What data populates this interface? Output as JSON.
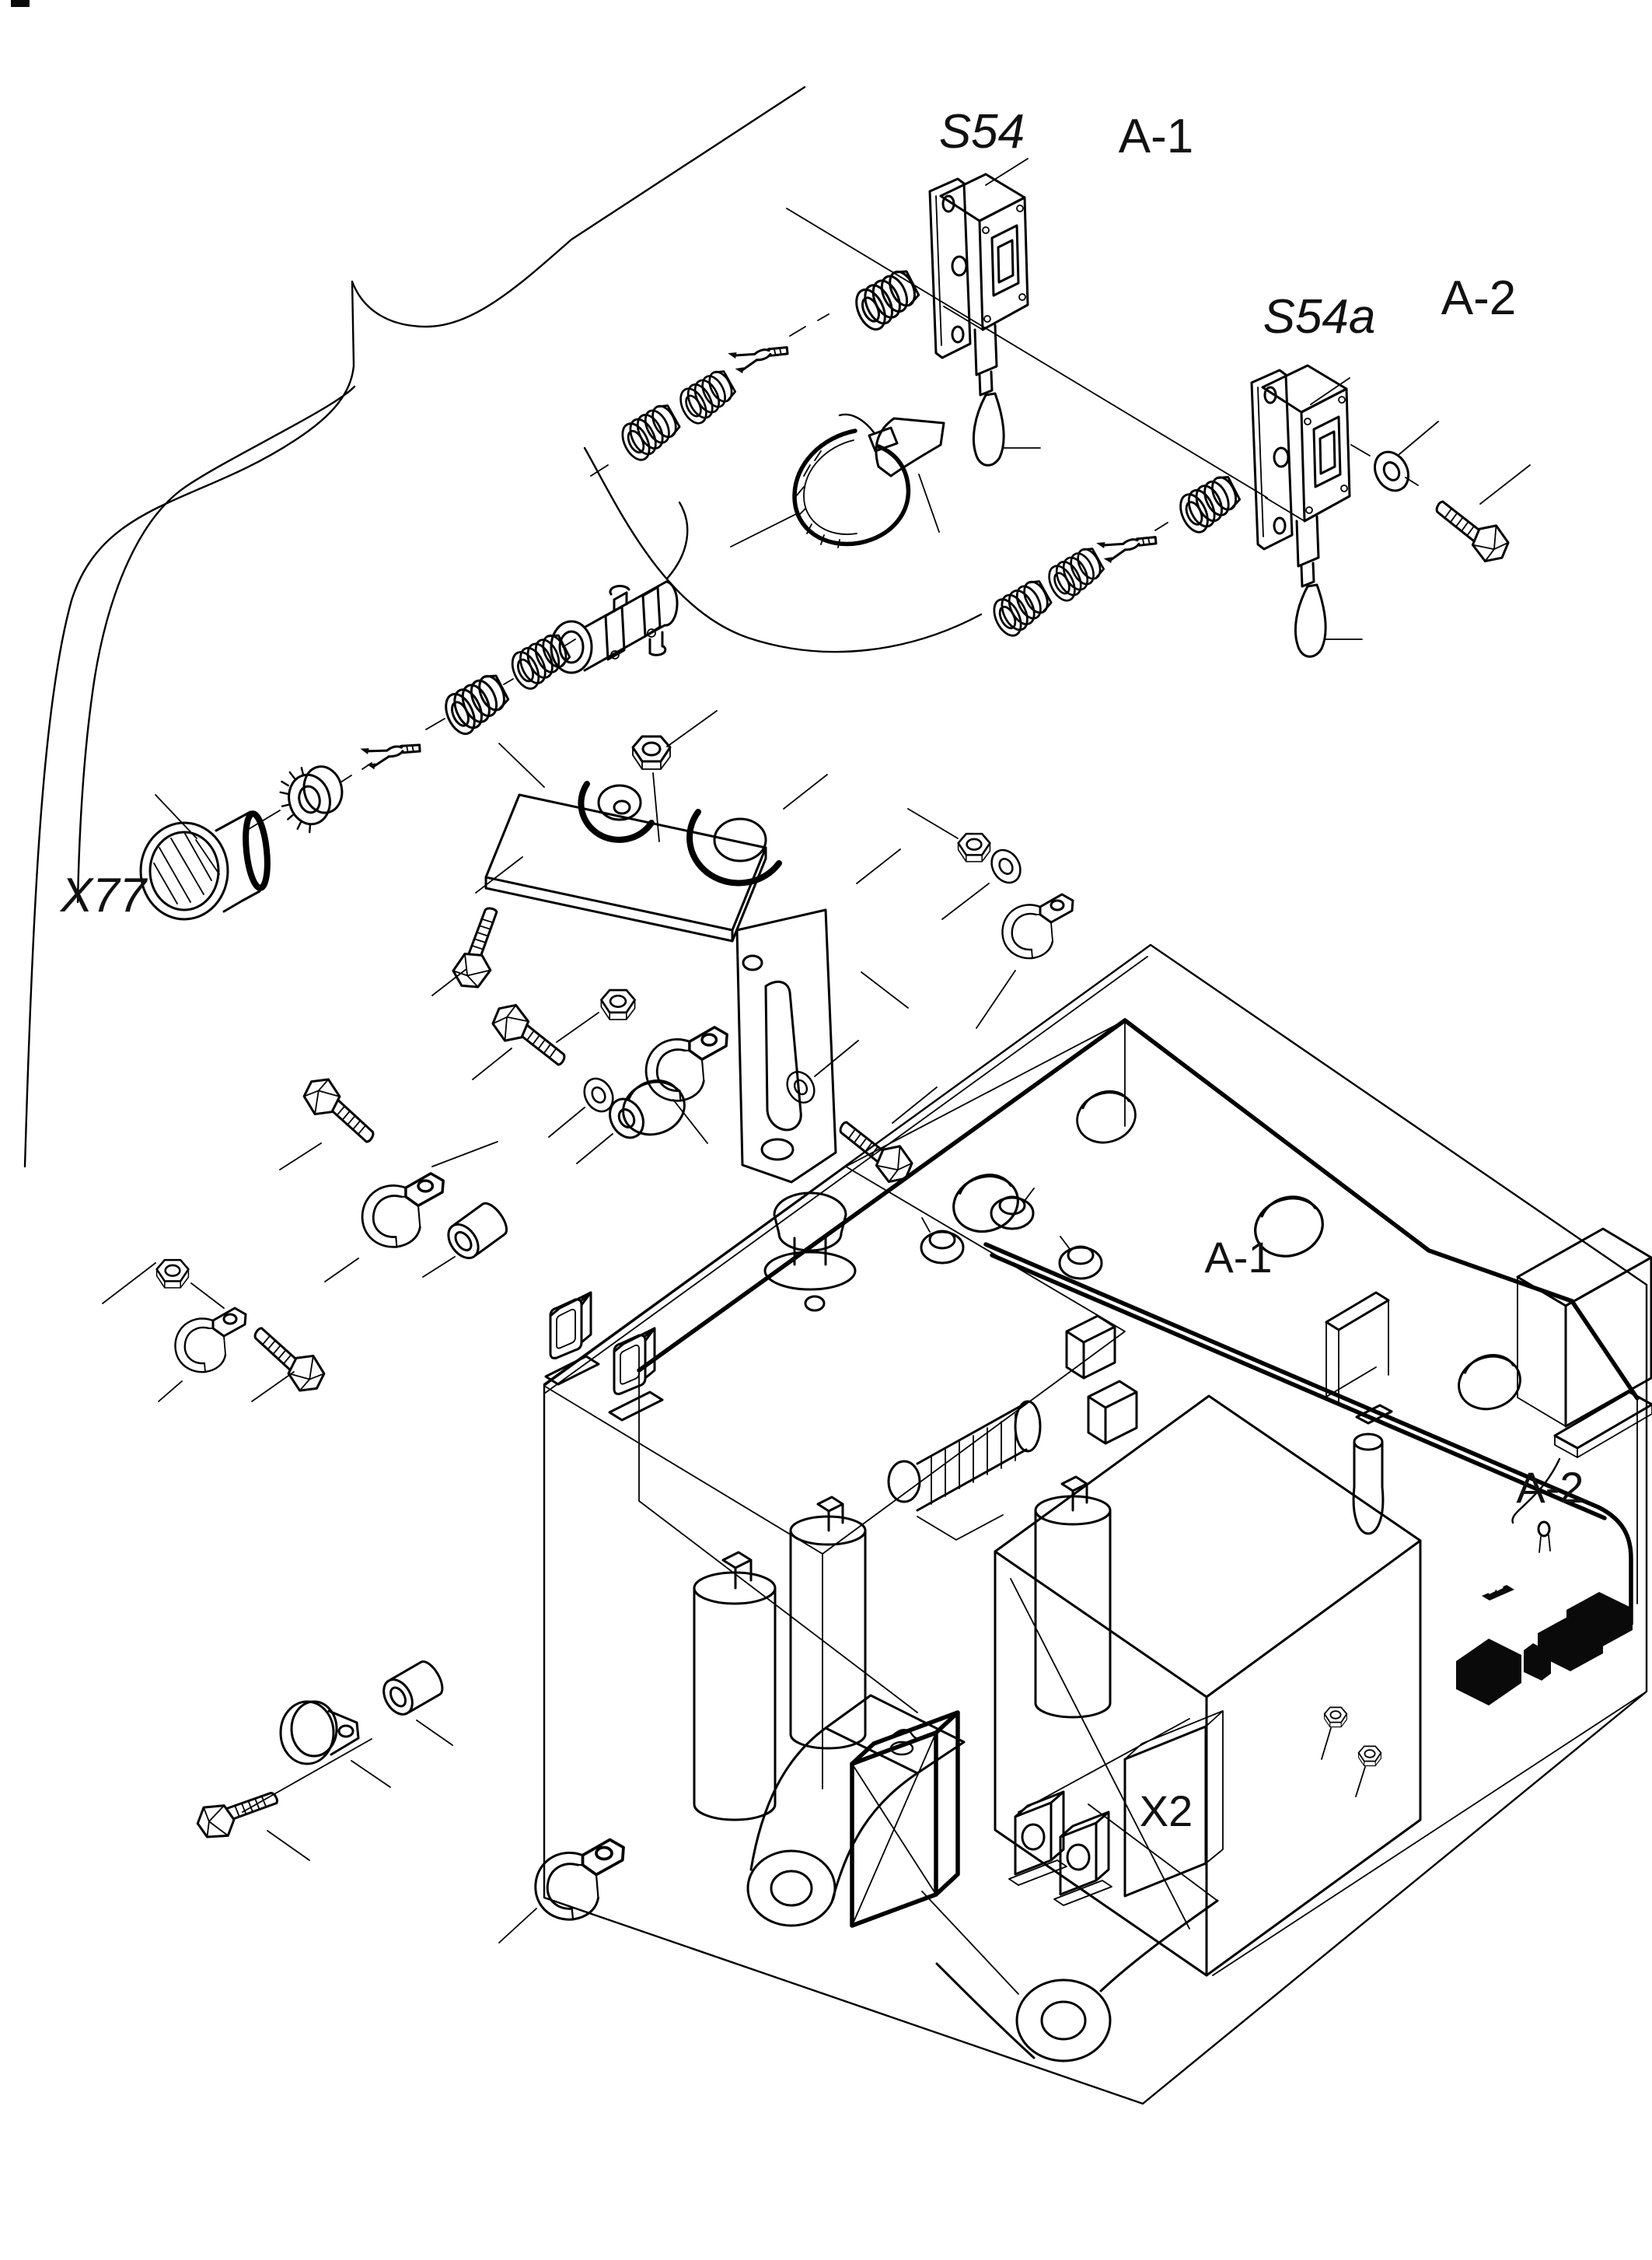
{
  "diagram": {
    "type": "exploded-parts-drawing",
    "background": "#ffffff",
    "line_color": "#000000",
    "callouts": {
      "s54": {
        "label": "S54",
        "style": "italic",
        "refers_to": "limit-switch"
      },
      "a1_top": {
        "label": "A-1",
        "style": "upright",
        "refers_to": "position-reference"
      },
      "s54a": {
        "label": "S54a",
        "style": "italic",
        "refers_to": "limit-switch"
      },
      "a2_top": {
        "label": "A-2",
        "style": "upright",
        "refers_to": "position-reference"
      },
      "x77": {
        "label": "X77",
        "style": "italic",
        "refers_to": "round-connector"
      },
      "a1_machine": {
        "label": "A-1",
        "style": "upright",
        "refers_to": "install-position"
      },
      "a2_machine": {
        "label": "A-2",
        "style": "upright",
        "refers_to": "install-position"
      },
      "x2": {
        "label": "X2",
        "style": "upright",
        "refers_to": "connector-panel"
      }
    },
    "parts": [
      "chassis-outline",
      "connector-x77",
      "knurled-nut",
      "fork-terminal",
      "cable-gland",
      "inline-connector",
      "cable-tie",
      "marker-tag",
      "limit-switch-s54",
      "limit-switch-s54a",
      "hex-bolt",
      "hex-nut",
      "washer",
      "p-clip",
      "spacer-sleeve",
      "cable-clamp",
      "mounting-bracket-assembly",
      "machine-housing",
      "relay-blocks",
      "connector-panel-x2",
      "support-arm",
      "electric-box",
      "filler-cap",
      "motor",
      "accumulator-cylinder",
      "grommet-cap"
    ]
  }
}
